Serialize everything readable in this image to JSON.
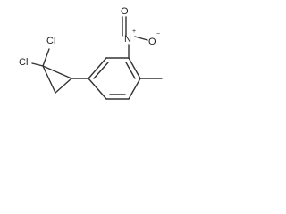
{
  "molecule": {
    "atoms": {
      "cl1": "Cl",
      "cl2": "Cl",
      "nitrogen": "N",
      "nitrogen_charge": "+",
      "oxygen_double": "O",
      "oxygen_single": "O",
      "oxygen_charge": "−"
    }
  }
}
